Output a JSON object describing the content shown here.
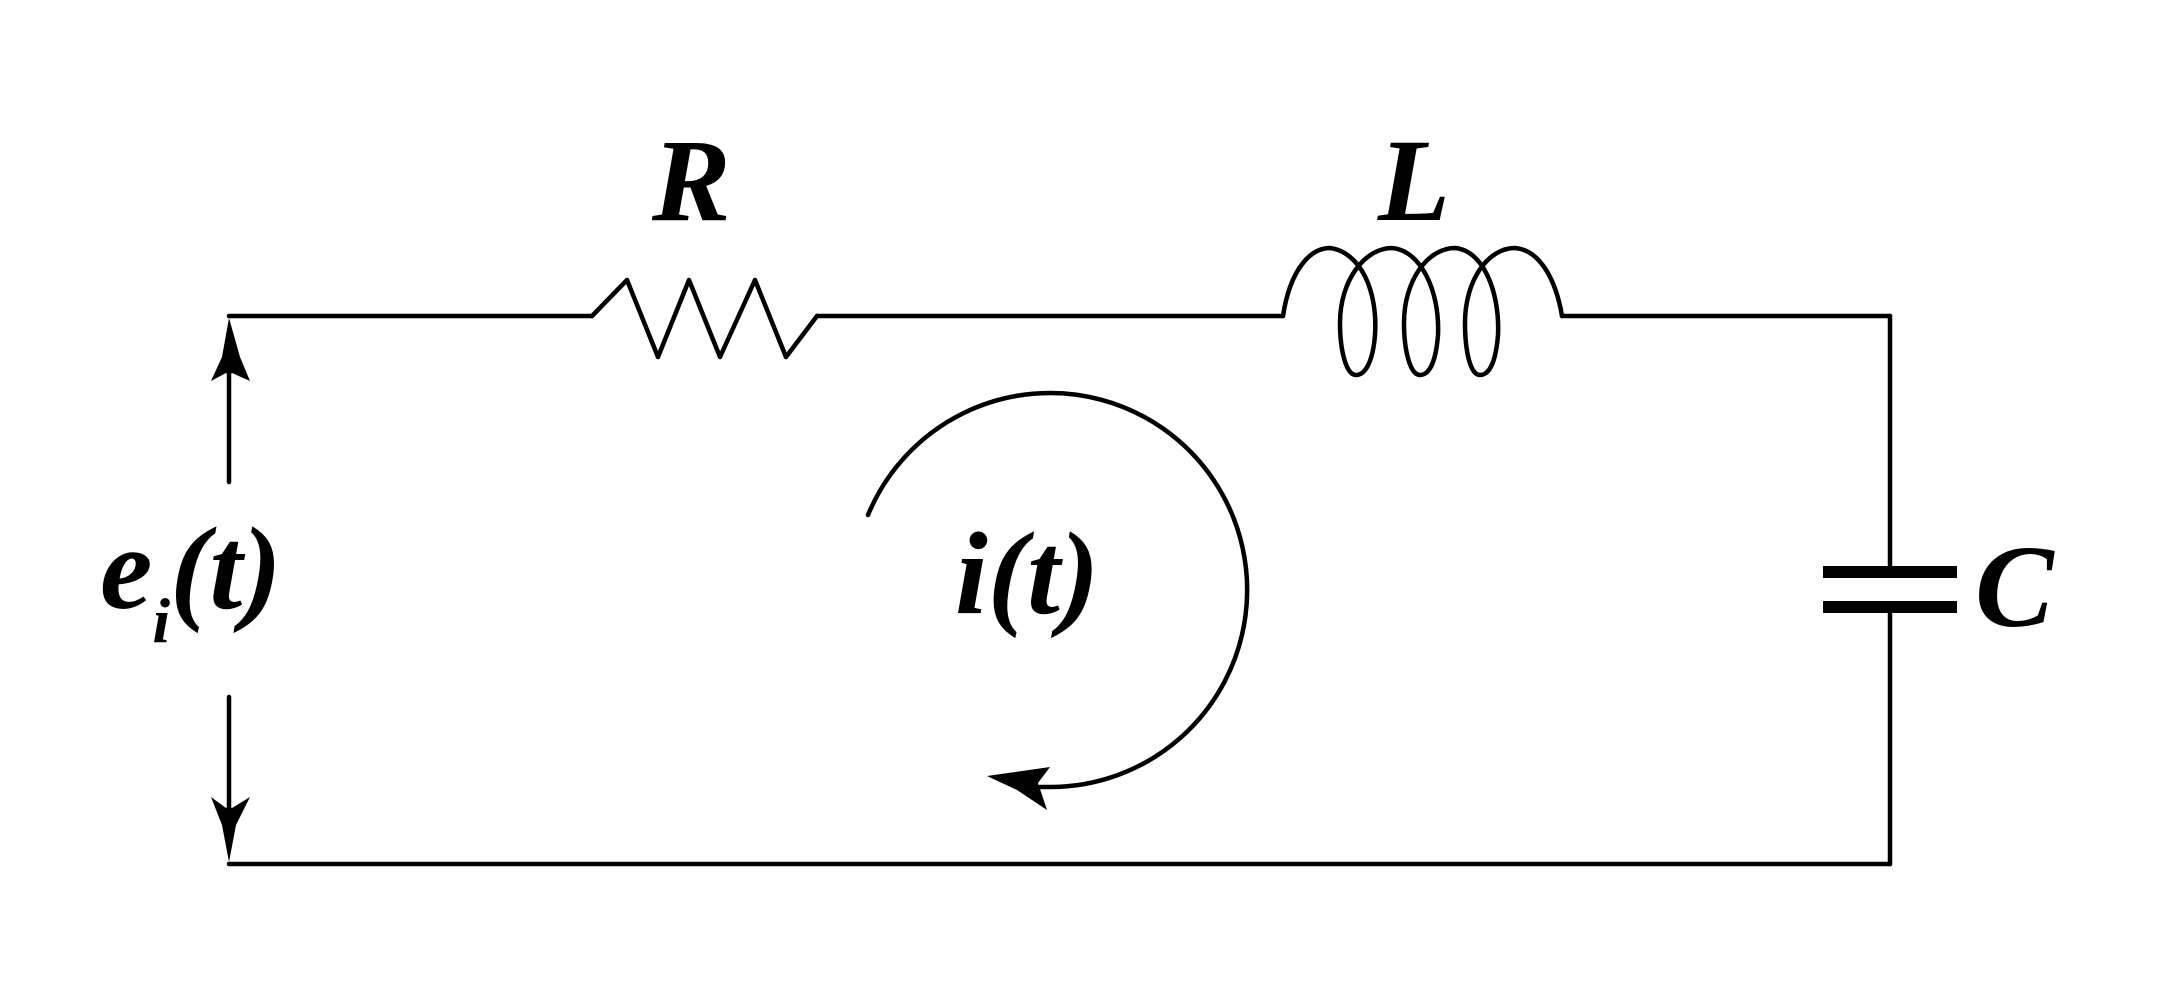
{
  "diagram": {
    "title": "Series RLC circuit",
    "components": {
      "resistor": {
        "label": "R"
      },
      "inductor": {
        "label": "L"
      },
      "capacitor": {
        "label": "C"
      }
    },
    "source_voltage": {
      "symbol": "e",
      "subscript": "i",
      "argument": "(t)"
    },
    "loop_current": {
      "symbol": "i",
      "argument": "(t)",
      "direction": "clockwise"
    },
    "stroke_color": "#000000",
    "background_color": "#ffffff"
  }
}
